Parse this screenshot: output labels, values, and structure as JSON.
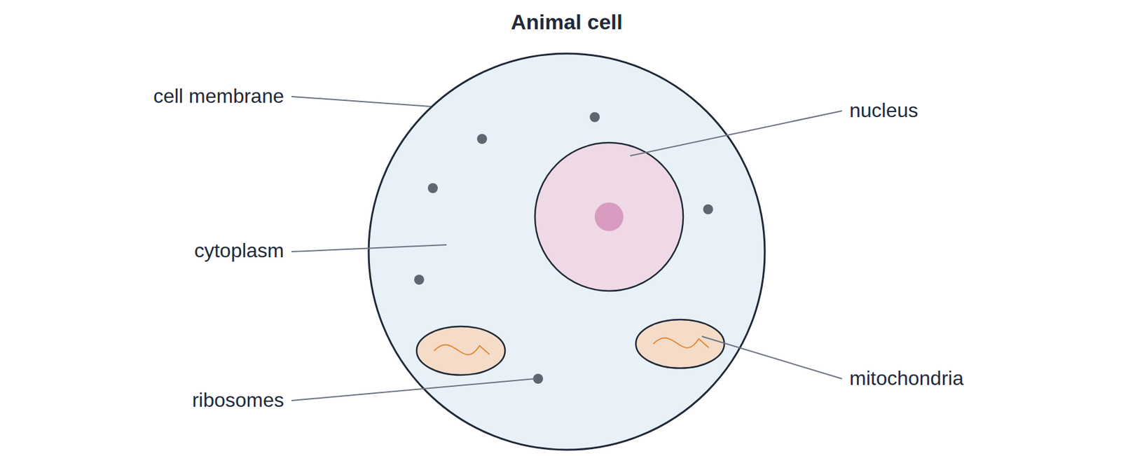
{
  "diagram": {
    "title": "Animal cell",
    "labels": [
      "cell membrane",
      "nucleus",
      "cytoplasm",
      "ribosomes",
      "mitochondria"
    ]
  }
}
